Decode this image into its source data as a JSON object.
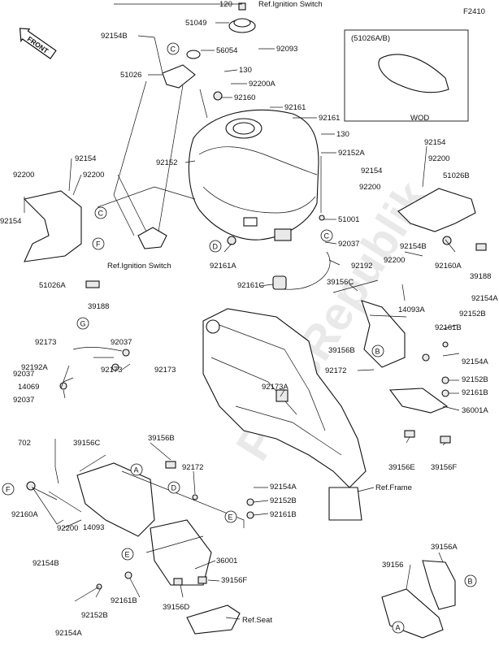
{
  "figure_code": "F2410",
  "watermark": "PartsRepublik",
  "front_badge": "FRONT",
  "inset": {
    "title": "(51026A/B)",
    "caption": "WOD"
  },
  "labels": {
    "p120": "120",
    "ign_top": "Ref.Ignition Switch",
    "p51049": "51049",
    "p92093": "92093",
    "p92154B_a": "92154B",
    "p56054": "56054",
    "p51026": "51026",
    "p130_a": "130",
    "p92200A": "92200A",
    "p92160": "92160",
    "p92161_a": "92161",
    "p92161_b": "92161",
    "p130_b": "130",
    "p92152": "92152",
    "p92152A": "92152A",
    "p92154_a": "92154",
    "p92200_a": "92200",
    "p92200_b": "92200",
    "p92154_b": "92154",
    "p92154_c": "92154",
    "p92200_c": "92200",
    "p92154_d": "92154",
    "p92200_d": "92200",
    "p51026B": "51026B",
    "p51001": "51001",
    "p92037_a": "92037",
    "p92160A_a": "92160A",
    "p39188_a": "39188",
    "p92192_a": "92192",
    "p92161A": "92161A",
    "ign_mid": "Ref.Ignition Switch",
    "p51026A": "51026A",
    "p39188_b": "39188",
    "p92161C": "92161C",
    "p39156C_a": "39156C",
    "p92154B_b": "92154B",
    "p92200_e": "92200",
    "p14093A": "14093A",
    "p92152B_a": "92152B",
    "p92154A_a": "92154A",
    "p92161B_a": "92161B",
    "p92173_a": "92173",
    "p92037_b": "92037",
    "p92192A": "92192A",
    "p92173_b": "92173",
    "p92173_c": "92173",
    "p39156B_a": "39156B",
    "p92154A_b": "92154A",
    "p92152B_b": "92152B",
    "p92161B_b": "92161B",
    "p92037_c": "92037",
    "p14069": "14069",
    "p92037_d": "92037",
    "p92173A": "92173A",
    "p92172_a": "92172",
    "p36001A": "36001A",
    "p702": "702",
    "p39156C_b": "39156C",
    "p39156B_b": "39156B",
    "p39156E": "39156E",
    "p39156F_a": "39156F",
    "p92172_b": "92172",
    "p92154A_c": "92154A",
    "p92152B_c": "92152B",
    "p92161B_c": "92161B",
    "p92160A_b": "92160A",
    "p14093": "14093",
    "ref_frame": "Ref.Frame",
    "p92200_f": "92200",
    "p92154B_c": "92154B",
    "p36001": "36001",
    "p39156F_b": "39156F",
    "p39156A": "39156A",
    "p39156": "39156",
    "p92161B_d": "92161B",
    "p39156D": "39156D",
    "p92152B_d": "92152B",
    "p92154A_d": "92154A",
    "ref_seat": "Ref.Seat"
  },
  "callouts": {
    "c1": "C",
    "c2": "C",
    "c3": "C",
    "c4": "D",
    "c5": "F",
    "c6": "G",
    "c7": "B",
    "c8": "A",
    "c9": "D",
    "c10": "F",
    "c11": "E",
    "c12": "E",
    "c13": "B",
    "c14": "A"
  }
}
